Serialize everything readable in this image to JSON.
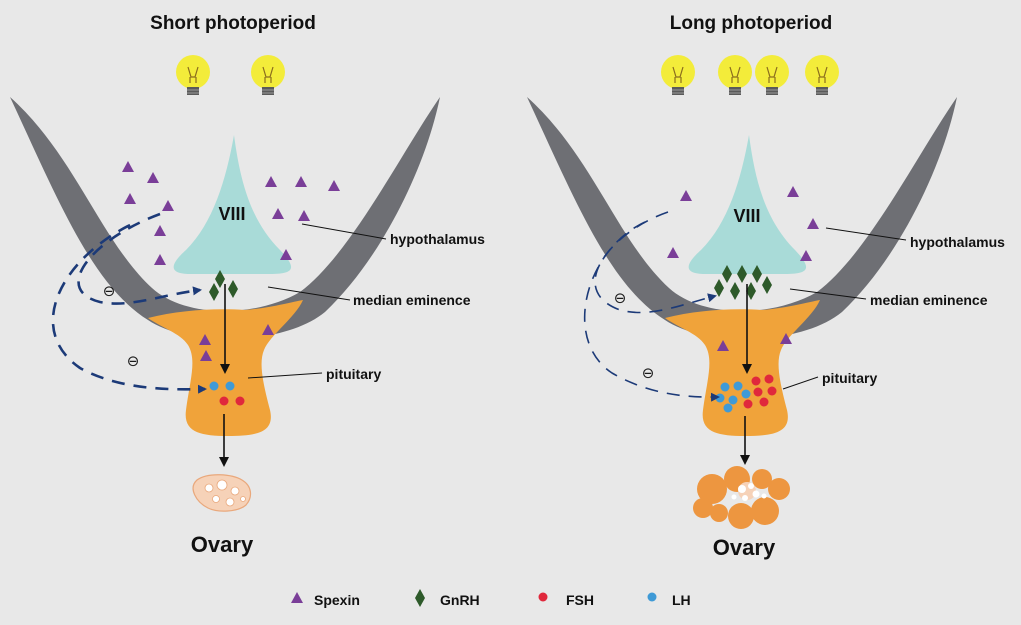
{
  "colors": {
    "background": "#e8e8e8",
    "brain_band": "#6e6f74",
    "hypothalamus": "#a9dbd8",
    "pituitary": "#f0a33a",
    "spexin": "#7a3e98",
    "gnrh": "#2e5a2a",
    "fsh": "#e0283c",
    "lh": "#3f9ad6",
    "feedback": "#1c3a78",
    "bulb": "#f3ec3a",
    "ovary_small": "#f6d2b8",
    "ovary_large": "#ed9640"
  },
  "panels": [
    {
      "title": "Short photoperiod",
      "bulb_icons": [
        "light-bulb-icon",
        "light-bulb-icon"
      ],
      "region_label": "VIII",
      "hypothalamus_label": "hypothalamus",
      "median_eminence_label": "median eminence",
      "pituitary_label": "pituitary",
      "ovary_label": "Ovary",
      "inhibition_symbols": [
        "⊖",
        "⊖"
      ]
    },
    {
      "title": "Long photoperiod",
      "bulb_icons": [
        "light-bulb-icon",
        "light-bulb-icon",
        "light-bulb-icon",
        "light-bulb-icon"
      ],
      "region_label": "VIII",
      "hypothalamus_label": "hypothalamus",
      "median_eminence_label": "median eminence",
      "pituitary_label": "pituitary",
      "ovary_label": "Ovary",
      "inhibition_symbols": [
        "⊖",
        "⊖"
      ]
    }
  ],
  "legend": [
    {
      "label": "Spexin",
      "icon": "spexin-triangle-icon"
    },
    {
      "label": "GnRH",
      "icon": "gnrh-diamond-icon"
    },
    {
      "label": "FSH",
      "icon": "fsh-dot-icon"
    },
    {
      "label": "LH",
      "icon": "lh-dot-icon"
    }
  ]
}
